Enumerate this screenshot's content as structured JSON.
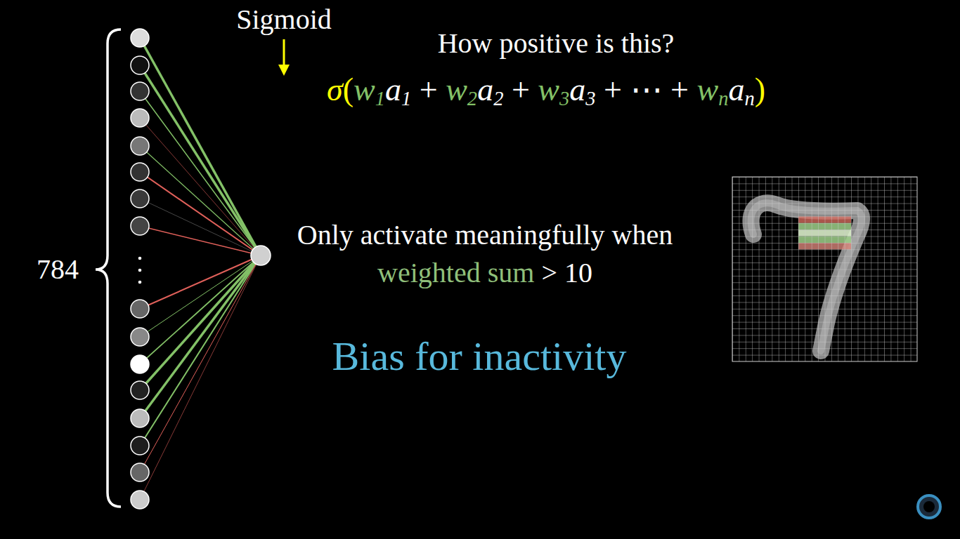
{
  "diagram": {
    "labels": [
      "Sigmoid",
      "How positive is this?",
      "σ(w1a1 + w2a2 + w3a3 + ⋯ + wnan)",
      "Only activate meaningfully when weighted sum > 10",
      "Bias for inactivity",
      "784"
    ]
  }
}
